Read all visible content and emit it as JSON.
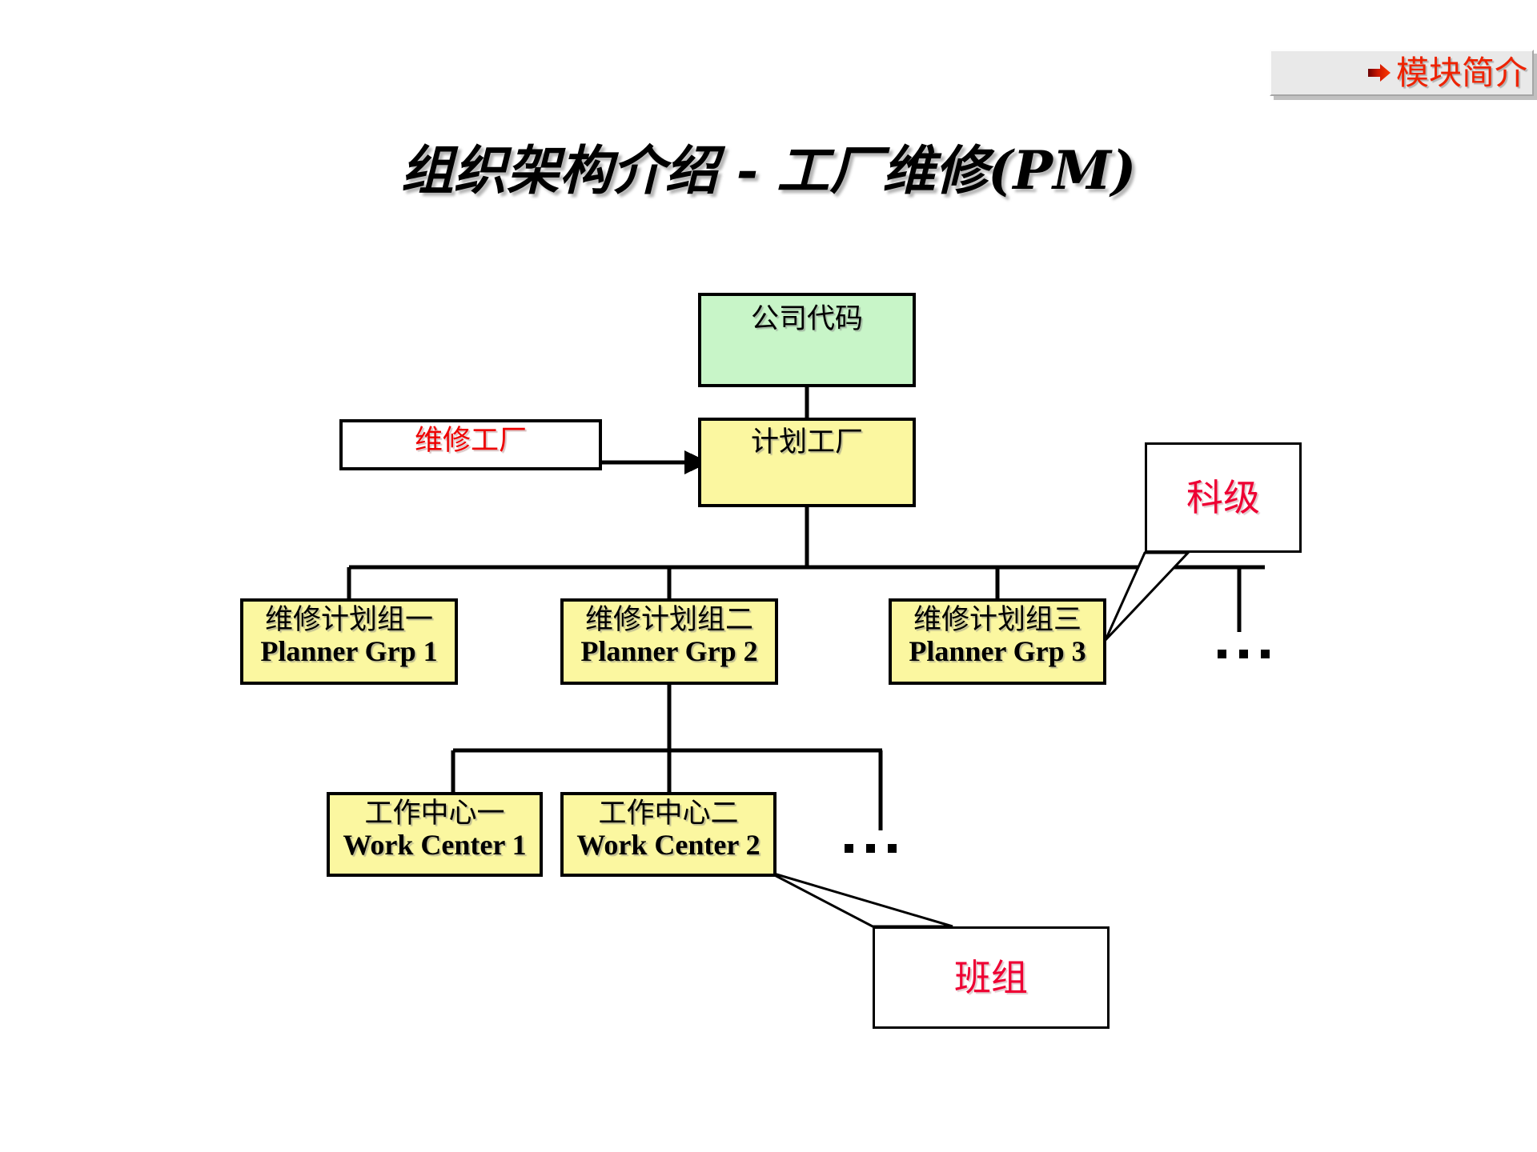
{
  "header": {
    "badge_label": "模块简介",
    "badge_icon": "right-arrow-icon",
    "badge_text_color": "#ee2200",
    "badge_background": "#e9e9e9"
  },
  "title": {
    "text": "组织架构介绍 - 工厂维修(PM)"
  },
  "diagram": {
    "type": "org-chart",
    "nodes": {
      "company_code": {
        "label_cn": "公司代码",
        "label_en": "",
        "fill": "#c8f5c8",
        "text_color": "#000000"
      },
      "planning_plant": {
        "label_cn": "计划工厂",
        "label_en": "",
        "fill": "#fbf7a0",
        "text_color": "#000000"
      },
      "maintenance_plant": {
        "label_cn": "维修工厂",
        "label_en": "",
        "fill": "#ffffff",
        "text_color": "#ee0000"
      },
      "planner_group_1": {
        "label_cn": "维修计划组一",
        "label_en": "Planner Grp 1",
        "fill": "#fbf7a0",
        "text_color": "#000000"
      },
      "planner_group_2": {
        "label_cn": "维修计划组二",
        "label_en": "Planner Grp 2",
        "fill": "#fbf7a0",
        "text_color": "#000000"
      },
      "planner_group_3": {
        "label_cn": "维修计划组三",
        "label_en": "Planner Grp 3",
        "fill": "#fbf7a0",
        "text_color": "#000000"
      },
      "work_center_1": {
        "label_cn": "工作中心一",
        "label_en": "Work Center 1",
        "fill": "#fbf7a0",
        "text_color": "#000000"
      },
      "work_center_2": {
        "label_cn": "工作中心二",
        "label_en": "Work Center 2",
        "fill": "#fbf7a0",
        "text_color": "#000000"
      }
    },
    "callouts": {
      "section_level": {
        "label": "科级",
        "text_color": "#ee0033",
        "points_to": "planner_group_3"
      },
      "team_group": {
        "label": "班组",
        "text_color": "#ee0033",
        "points_to": "work_center_2"
      }
    },
    "ellipsis": {
      "planner_row": "...",
      "work_center_row": "..."
    },
    "line_color": "#000000"
  }
}
